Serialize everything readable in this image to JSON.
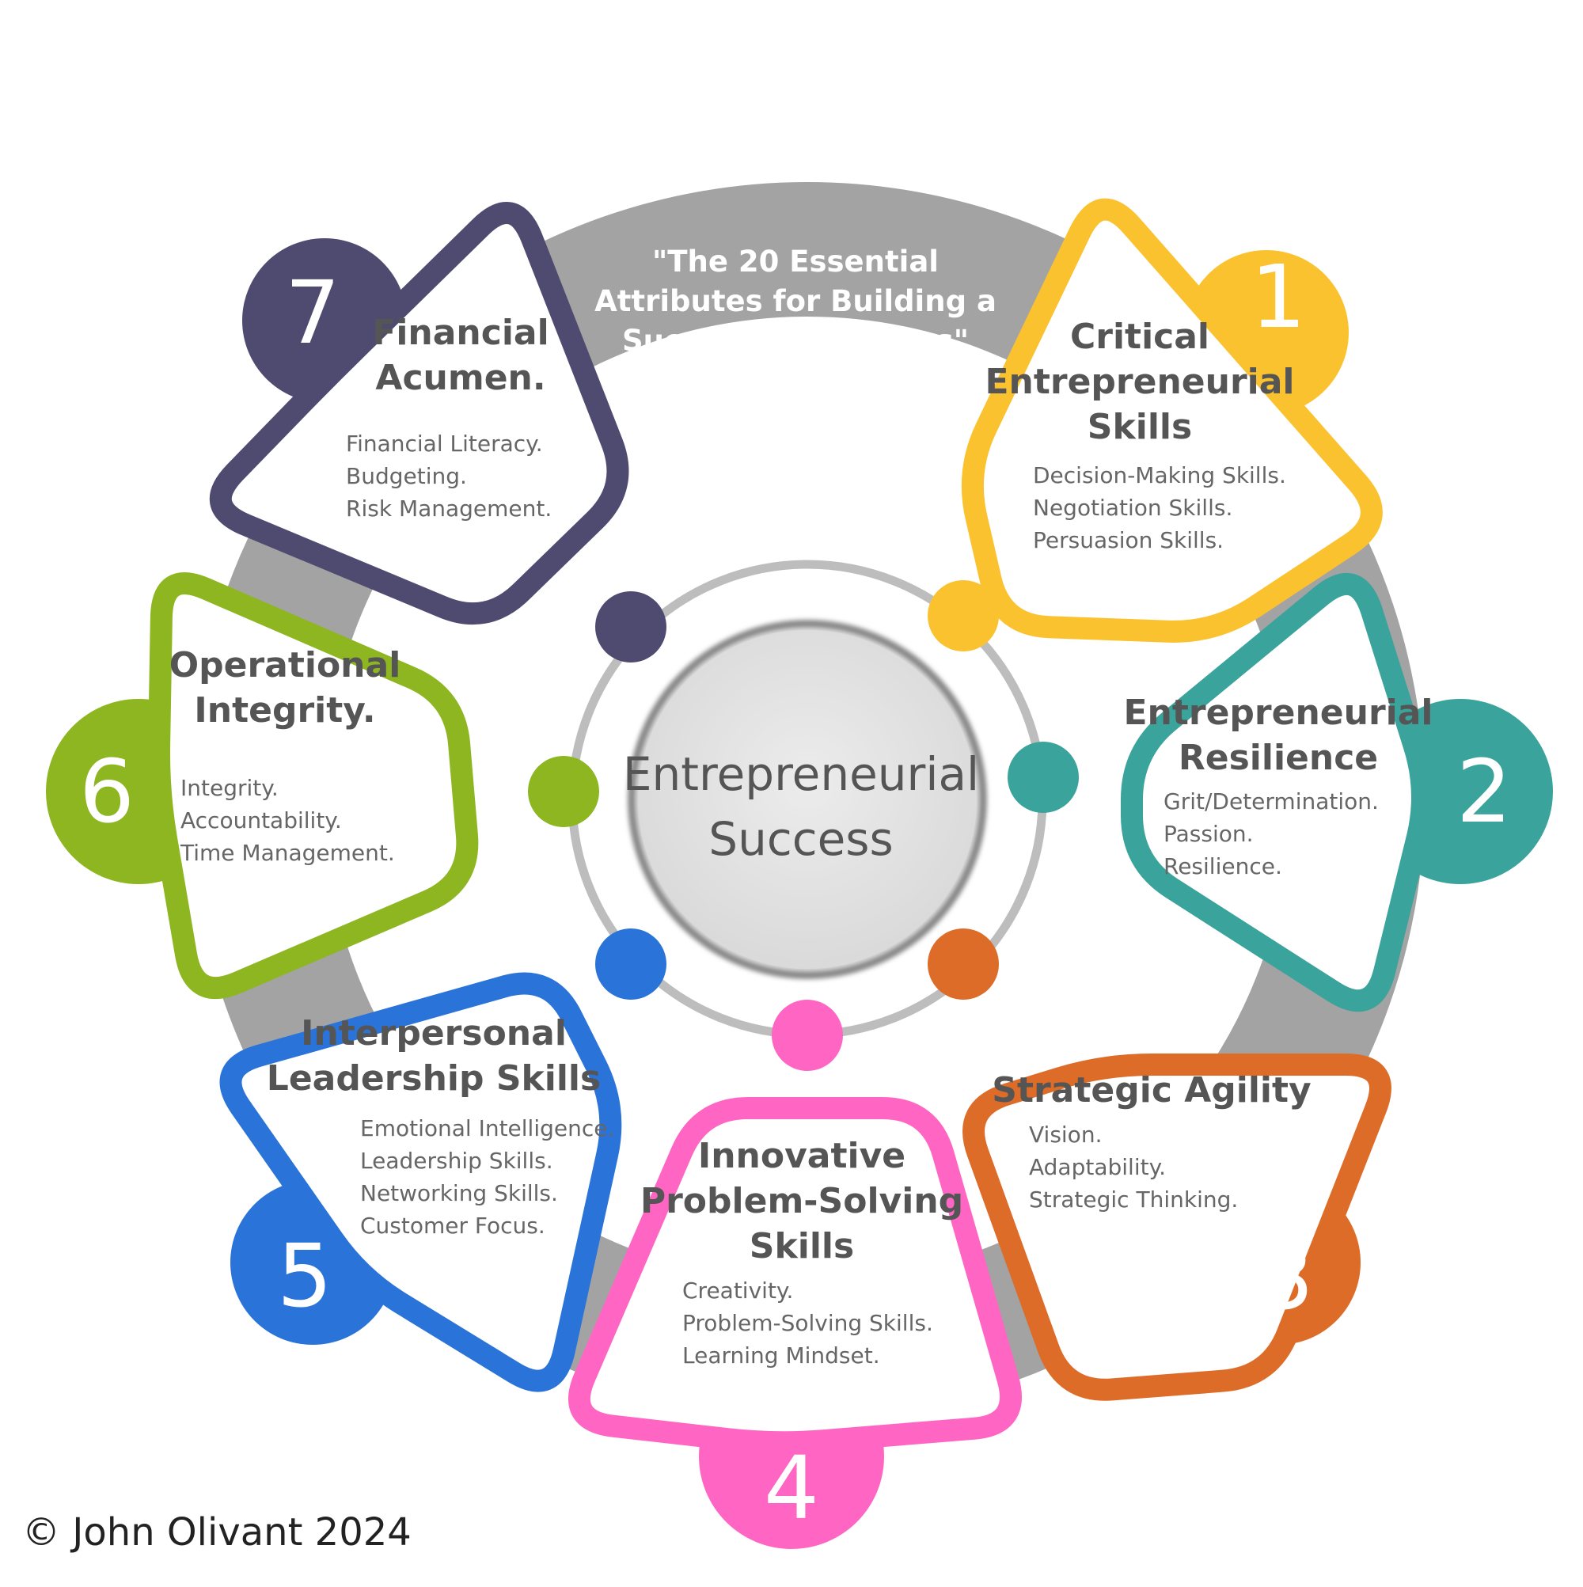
{
  "header_lines": [
    "\"The 20 Essential",
    "Attributes for Building a",
    "Successful Business\""
  ],
  "center_lines": [
    "Entrepreneurial",
    "Success"
  ],
  "copyright": "© John Olivant 2024",
  "attributes": [
    {
      "number": "1",
      "color": "#FBC230",
      "title_lines": [
        "Critical",
        "Entrepreneurial",
        "Skills"
      ],
      "items": [
        "Decision-Making Skills.",
        "Negotiation Skills.",
        "Persuasion Skills."
      ]
    },
    {
      "number": "2",
      "color": "#3AA39B",
      "title_lines": [
        "Entrepreneurial",
        "Resilience"
      ],
      "items": [
        "Grit/Determination.",
        "Passion.",
        "Resilience."
      ]
    },
    {
      "number": "3",
      "color": "#DC6C28",
      "title_lines": [
        "Strategic Agility"
      ],
      "items": [
        "Vision.",
        "Adaptability.",
        "Strategic Thinking."
      ]
    },
    {
      "number": "4",
      "color": "#FF66C4",
      "title_lines": [
        "Innovative",
        "Problem-Solving",
        "Skills"
      ],
      "items": [
        "Creativity.",
        "Problem-Solving Skills.",
        "Learning Mindset."
      ]
    },
    {
      "number": "5",
      "color": "#2A74D9",
      "title_lines": [
        "Interpersonal",
        "Leadership Skills"
      ],
      "items": [
        "Emotional Intelligence.",
        "Leadership Skills.",
        "Networking Skills.",
        "Customer Focus."
      ]
    },
    {
      "number": "6",
      "color": "#8DB621",
      "title_lines": [
        "Operational",
        "Integrity."
      ],
      "items": [
        "Integrity.",
        "Accountability.",
        "Time Management."
      ]
    },
    {
      "number": "7",
      "color": "#4F4A70",
      "title_lines": [
        "Financial",
        "Acumen."
      ],
      "items": [
        "Financial Literacy.",
        "Budgeting.",
        "Risk Management."
      ]
    }
  ]
}
